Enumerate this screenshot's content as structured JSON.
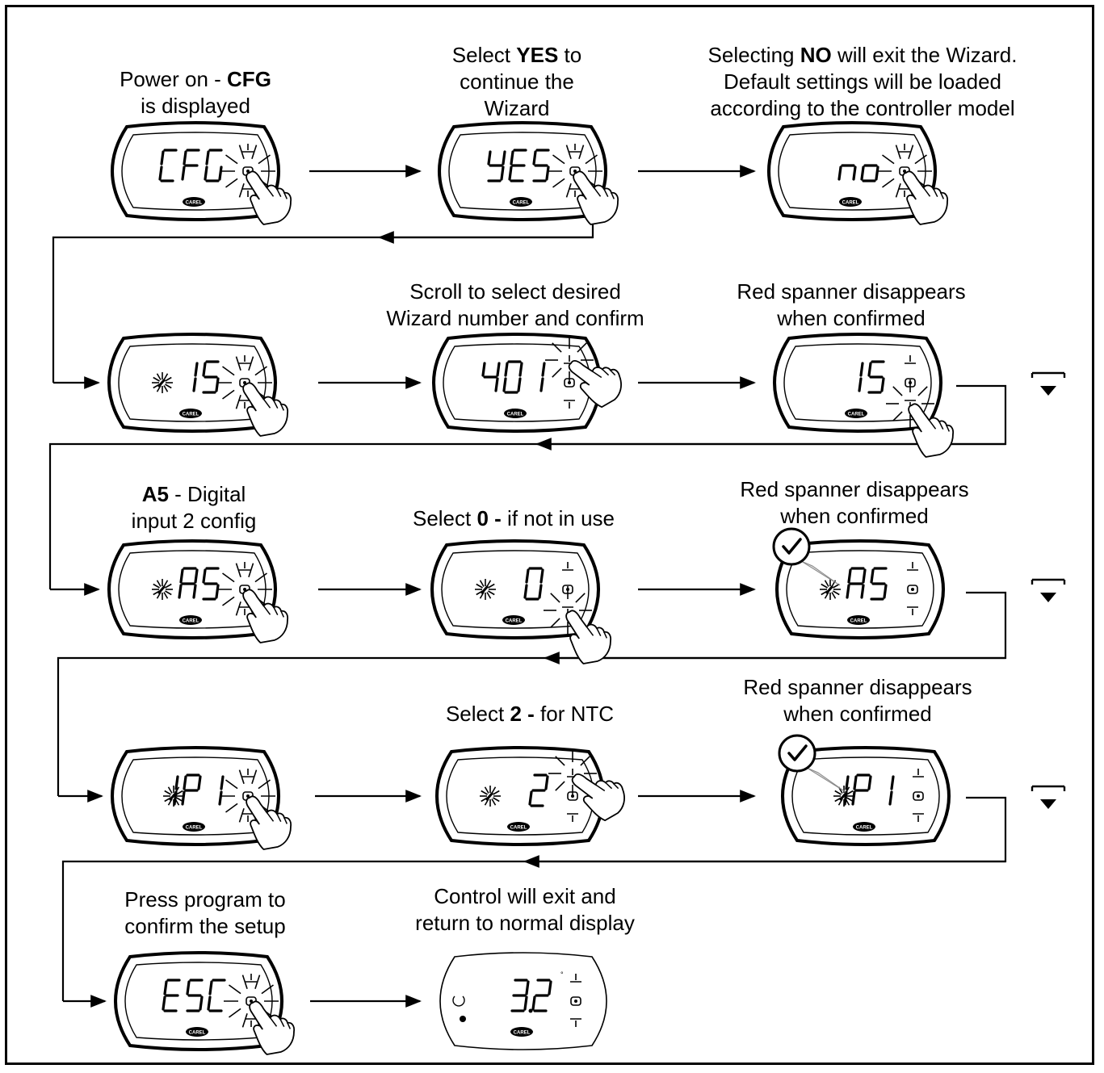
{
  "brand_label": "CAREL",
  "steps": [
    {
      "id": "s1",
      "caption": [
        [
          {
            "t": "Power on - "
          },
          {
            "t": "CFG",
            "b": true
          }
        ],
        [
          {
            "t": "is displayed"
          }
        ]
      ],
      "display": "CFG",
      "shows": "hand"
    },
    {
      "id": "s2",
      "caption": [
        [
          {
            "t": "Select "
          },
          {
            "t": "YES",
            "b": true
          },
          {
            "t": " to"
          }
        ],
        [
          {
            "t": "continue the"
          }
        ],
        [
          {
            "t": "Wizard"
          }
        ]
      ],
      "display": "YES",
      "shows": "hand"
    },
    {
      "id": "s3",
      "caption": [
        [
          {
            "t": "Selecting "
          },
          {
            "t": "NO",
            "b": true
          },
          {
            "t": " will exit the Wizard."
          }
        ],
        [
          {
            "t": "Default settings will be loaded"
          }
        ],
        [
          {
            "t": "according to the controller model"
          }
        ]
      ],
      "display": "no",
      "shows": "hand"
    },
    {
      "id": "s4",
      "caption": [],
      "display": "15",
      "shows": "hand",
      "spanner": true
    },
    {
      "id": "s5",
      "caption": [
        [
          {
            "t": "Scroll to select desired"
          }
        ],
        [
          {
            "t": "Wizard number and confirm"
          }
        ]
      ],
      "display": "401",
      "shows": "hand-up"
    },
    {
      "id": "s6",
      "caption": [
        [
          {
            "t": "Red spanner disappears"
          }
        ],
        [
          {
            "t": "when confirmed"
          }
        ]
      ],
      "display": "15",
      "shows": "hand-down"
    },
    {
      "id": "s7",
      "caption": [
        [
          {
            "t": "A5",
            "b": true
          },
          {
            "t": " - Digital"
          }
        ],
        [
          {
            "t": "input 2 config"
          }
        ]
      ],
      "display": "A5",
      "shows": "hand",
      "spanner": true
    },
    {
      "id": "s8",
      "caption": [
        [
          {
            "t": "Select "
          },
          {
            "t": "0 -",
            "b": true
          },
          {
            "t": " if not in use"
          }
        ]
      ],
      "display": "0",
      "shows": "hand-down",
      "spanner": true
    },
    {
      "id": "s9",
      "caption": [
        [
          {
            "t": "Red spanner disappears"
          }
        ],
        [
          {
            "t": "when confirmed"
          }
        ]
      ],
      "display": "A5",
      "shows": "check",
      "spanner": true
    },
    {
      "id": "s10",
      "caption": [],
      "display": "1P1",
      "shows": "hand",
      "spanner": true
    },
    {
      "id": "s11",
      "caption": [
        [
          {
            "t": "Select "
          },
          {
            "t": "2 -",
            "b": true
          },
          {
            "t": " for NTC"
          }
        ]
      ],
      "display": "2",
      "shows": "hand-up",
      "spanner": true
    },
    {
      "id": "s12",
      "caption": [
        [
          {
            "t": "Red spanner disappears"
          }
        ],
        [
          {
            "t": "when confirmed"
          }
        ]
      ],
      "display": "1P1",
      "shows": "check",
      "spanner": true
    },
    {
      "id": "s13",
      "caption": [
        [
          {
            "t": "Press program to"
          }
        ],
        [
          {
            "t": "confirm the setup"
          }
        ]
      ],
      "display": "ESC",
      "shows": "hand"
    },
    {
      "id": "s14",
      "caption": [
        [
          {
            "t": "Control will exit and"
          }
        ],
        [
          {
            "t": "return to normal display"
          }
        ]
      ],
      "display": "3.2",
      "shows": "normal"
    }
  ],
  "side_marks": [
    "down-button-icon",
    "down-button-icon",
    "down-button-icon"
  ]
}
